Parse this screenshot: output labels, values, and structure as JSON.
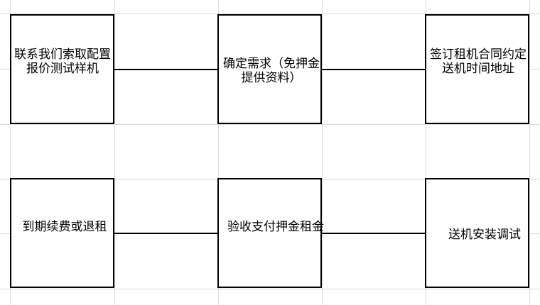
{
  "flowchart": {
    "steps": [
      {
        "id": "step-1",
        "label": "联系我们索取配置报价测试样机"
      },
      {
        "id": "step-2",
        "label": "确定需求（免押金提供资料）"
      },
      {
        "id": "step-3",
        "label": "签订租机合同约定送机时间地址"
      },
      {
        "id": "step-4",
        "label": "到期续费或退租"
      },
      {
        "id": "step-5",
        "label": "验收支付押金租金"
      },
      {
        "id": "step-6",
        "label": "送机安装调试"
      }
    ]
  }
}
